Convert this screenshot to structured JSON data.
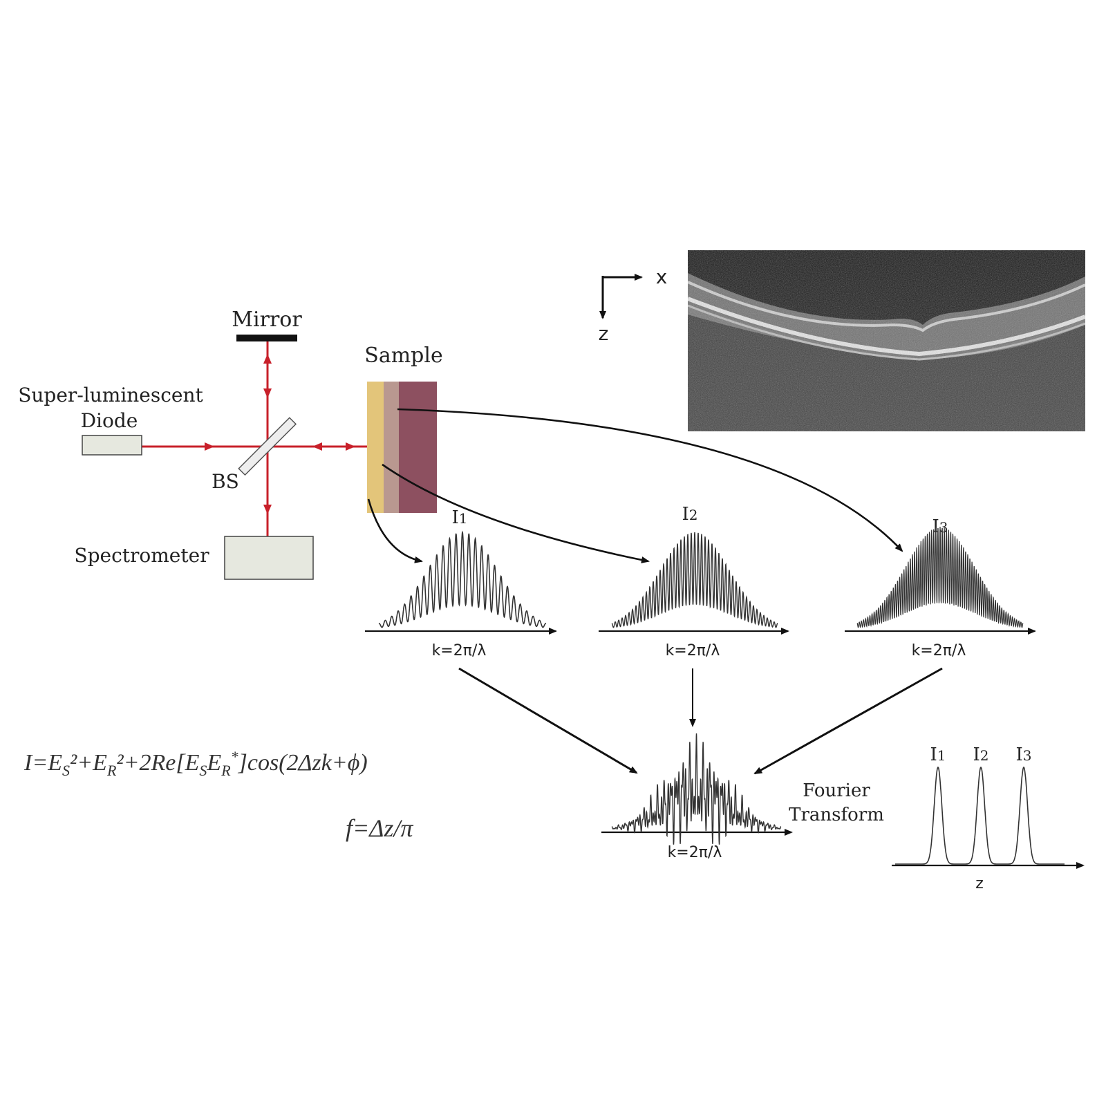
{
  "setup": {
    "mirror_label": "Mirror",
    "sample_label": "Sample",
    "source_label_line1": "Super-luminescent",
    "source_label_line2": "Diode",
    "beamsplitter_label": "BS",
    "spectrometer_label": "Spectrometer",
    "beam_color": "#c8202a",
    "sample_layer_colors": [
      "#e3c57a",
      "#b99890",
      "#8d5060"
    ]
  },
  "axes_indicator": {
    "x_label": "x",
    "z_label": "z"
  },
  "oct_image": {
    "description_icon": "retina-oct-bscan"
  },
  "interferograms": [
    {
      "label_base": "I",
      "label_sub": "1",
      "xlabel": "k=2π/λ"
    },
    {
      "label_base": "I",
      "label_sub": "2",
      "xlabel": "k=2π/λ"
    },
    {
      "label_base": "I",
      "label_sub": "3",
      "xlabel": "k=2π/λ"
    }
  ],
  "combined": {
    "xlabel": "k=2π/λ"
  },
  "fourier": {
    "label_line1": "Fourier",
    "label_line2": "Transform",
    "peak_labels": [
      {
        "base": "I",
        "sub": "1"
      },
      {
        "base": "I",
        "sub": "2"
      },
      {
        "base": "I",
        "sub": "3"
      }
    ],
    "xlabel": "z"
  },
  "equations": {
    "eq1": {
      "I": "I=E",
      "s1": "S",
      "p1": "²+E",
      "s2": "R",
      "p2": "²+2Re[E",
      "s3": "S",
      "p3": "E",
      "s4": "R",
      "sup": "*",
      "p4": "]cos(2Δzk+ϕ)"
    },
    "eq2": "f=Δz/π"
  }
}
